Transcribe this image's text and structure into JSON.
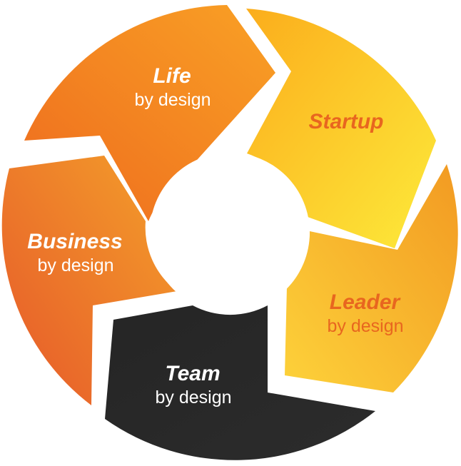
{
  "diagram": {
    "segments": [
      {
        "id": "life",
        "title": "Life",
        "subtitle": "by design",
        "colors": {
          "from": "#ee6a1e",
          "to": "#f9a125",
          "title": "#ffffff",
          "subtitle": "#ffffff"
        }
      },
      {
        "id": "startup",
        "title": "Startup",
        "subtitle": "",
        "colors": {
          "from": "#fbad1c",
          "to": "#fdea3a",
          "title": "#e8661f",
          "subtitle": "#e8661f"
        }
      },
      {
        "id": "leader",
        "title": "Leader",
        "subtitle": "by design",
        "colors": {
          "from": "#f29a22",
          "to": "#fdd23a",
          "title": "#e8661f",
          "subtitle": "#e8661f"
        }
      },
      {
        "id": "team",
        "title": "Team",
        "subtitle": "by design",
        "colors": {
          "from": "#252525",
          "to": "#2c2c2c",
          "title": "#ffffff",
          "subtitle": "#ffffff"
        }
      },
      {
        "id": "business",
        "title": "Business",
        "subtitle": "by design",
        "colors": {
          "from": "#e6582a",
          "to": "#f4a02a",
          "title": "#ffffff",
          "subtitle": "#ffffff"
        }
      }
    ]
  }
}
